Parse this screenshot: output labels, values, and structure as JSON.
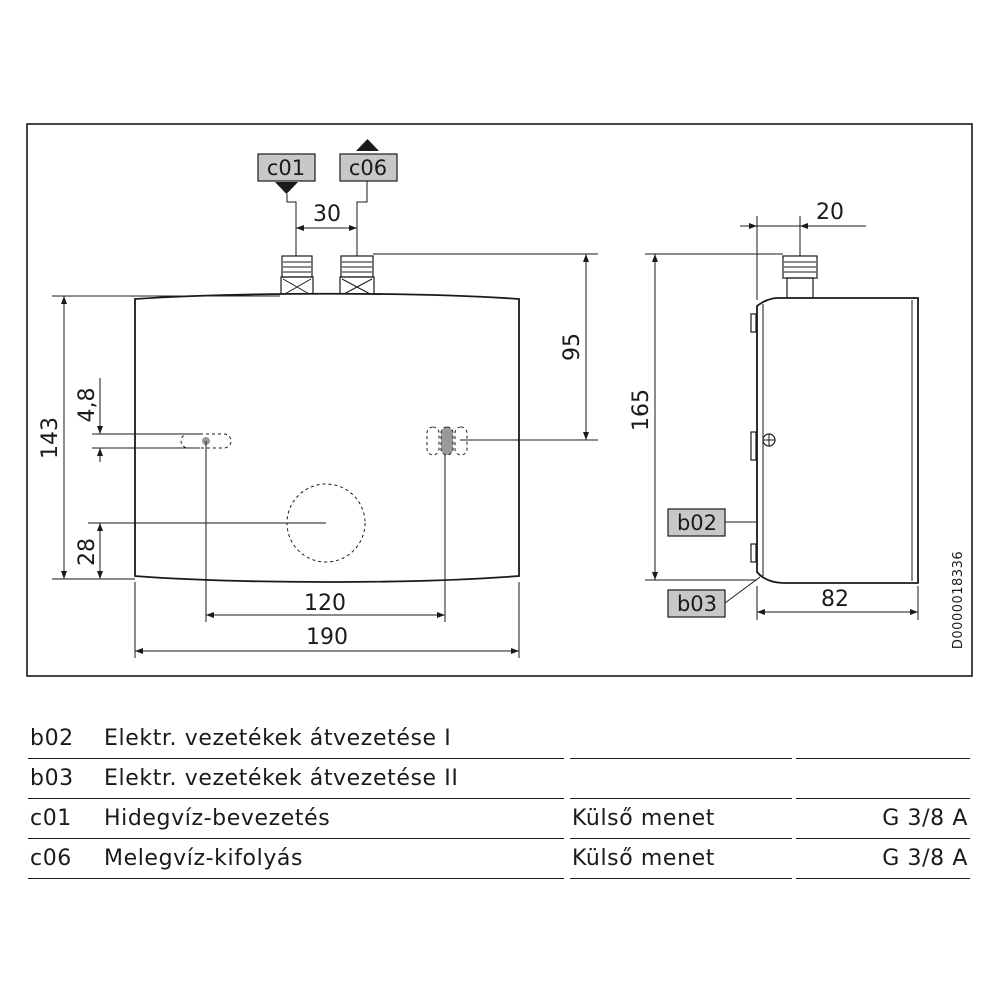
{
  "drawing": {
    "connections": {
      "c01": "c01",
      "c06": "c06",
      "b02": "b02",
      "b03": "b03"
    },
    "dimensions": {
      "d30": "30",
      "d95": "95",
      "d143": "143",
      "d4_8": "4,8",
      "d28": "28",
      "d120": "120",
      "d190": "190",
      "d20": "20",
      "d165": "165",
      "d82": "82"
    },
    "document_id": "D0000018336"
  },
  "legend": {
    "rows": [
      {
        "code": "b02",
        "description": "Elektr. vezetékek átvezetése I",
        "type": "",
        "value": ""
      },
      {
        "code": "b03",
        "description": "Elektr. vezetékek átvezetése II",
        "type": "",
        "value": ""
      },
      {
        "code": "c01",
        "description": "Hidegvíz-bevezetés",
        "type": "Külső menet",
        "value": "G 3/8 A"
      },
      {
        "code": "c06",
        "description": "Melegvíz-kifolyás",
        "type": "Külső menet",
        "value": "G 3/8 A"
      }
    ]
  }
}
